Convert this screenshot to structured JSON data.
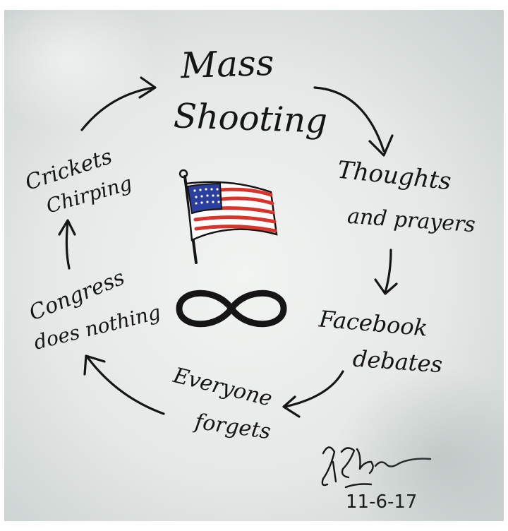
{
  "diagram": {
    "title": {
      "line1": "Mass",
      "line2": "Shooting"
    },
    "steps": [
      {
        "line1": "Thoughts",
        "line2": "and prayers"
      },
      {
        "line1": "Facebook",
        "line2": "debates"
      },
      {
        "line1": "Everyone",
        "line2": "forgets"
      },
      {
        "line1": "Congress",
        "line2": "does nothing"
      },
      {
        "line1": "Crickets",
        "line2": "Chirping"
      }
    ],
    "center_icons": [
      "american-flag-icon",
      "infinity-icon"
    ],
    "signature": "handwritten-signature",
    "date": "11-6-17"
  },
  "colors": {
    "ink": "#151515",
    "flag_red": "#d9342b",
    "flag_blue": "#2b3f9e",
    "board": "#e6eae8"
  }
}
